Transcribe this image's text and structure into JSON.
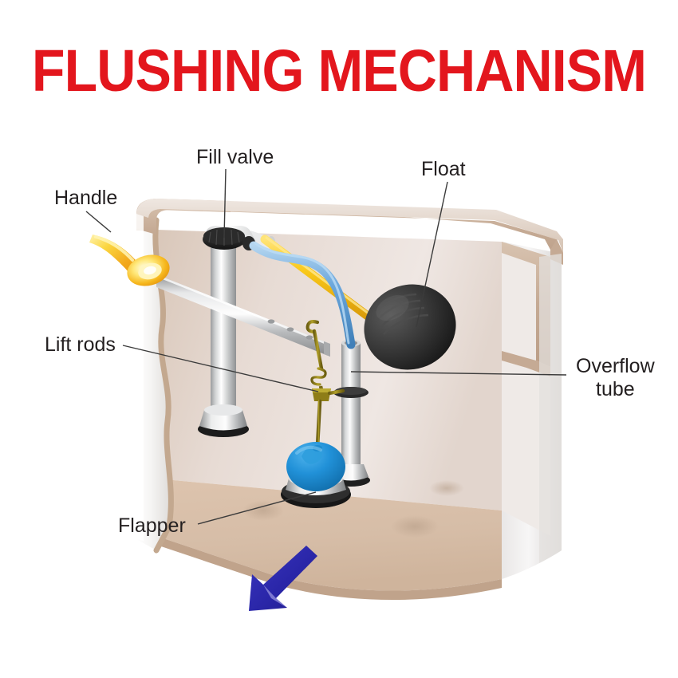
{
  "title": "FLUSHING MECHANISM",
  "title_color": "#e3161d",
  "background_color": "#ffffff",
  "labels": {
    "handle": "Handle",
    "fill_valve": "Fill valve",
    "float": "Float",
    "lift_rods": "Lift rods",
    "overflow_tube_line1": "Overflow",
    "overflow_tube_line2": "tube",
    "flapper": "Flapper"
  },
  "parts": {
    "tank_outer": "toilet-tank-cutaway",
    "tank_rim_color": "#c7ad99",
    "tank_inner_floor_color": "#d8bda8",
    "tank_inner_back_color": "#e2d5cd",
    "tank_wall_color": "#f2f1f0",
    "handle_color": "#f5c016",
    "float_color": "#2c2c2c",
    "flapper_color": "#1e8fd2",
    "fill_valve_cap_color": "#3a3a3a",
    "lift_rod_color": "#b7b7b7",
    "chain_color": "#93821a",
    "supply_tube_color": "#6aa9dd",
    "float_arm_color": "#f5c016",
    "arrow_color": "#2a26a8",
    "overflow_tube_color": "#c9cacb"
  },
  "annotations": {
    "flow_arrow": "water-flow-arrow-down-left"
  }
}
